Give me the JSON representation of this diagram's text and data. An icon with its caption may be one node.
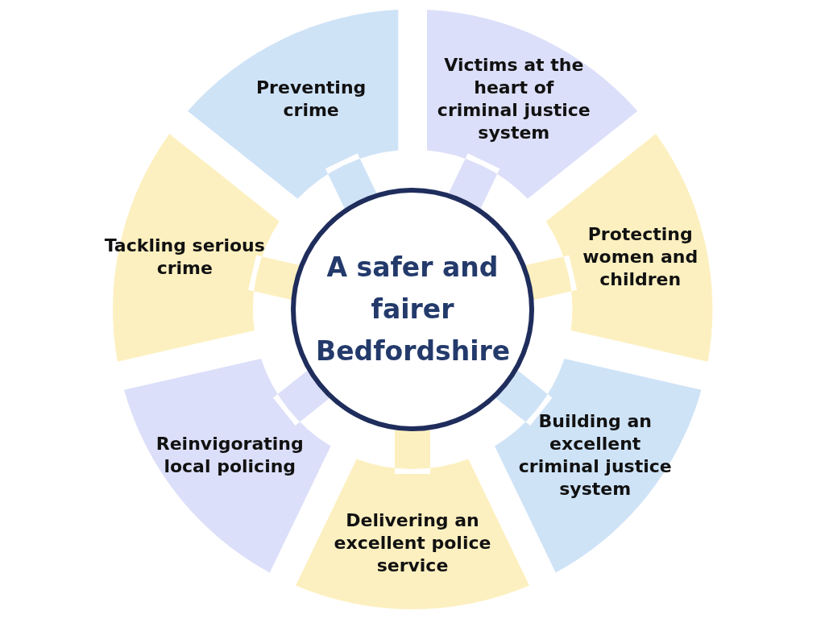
{
  "diagram": {
    "nodes": [
      {
        "text": [
          "A safer and fairer Bedfordshire"
        ]
      },
      {
        "text": [
          "Preventing crime"
        ]
      },
      {
        "text": [
          "Victims at the heart of criminal justice system"
        ]
      },
      {
        "text": [
          "Protecting women and children"
        ]
      },
      {
        "text": [
          "Building an excellent criminal justice system"
        ]
      },
      {
        "text": [
          "Delivering an excellent police service"
        ]
      },
      {
        "text": [
          "Reinvigorating local policing"
        ]
      },
      {
        "text": [
          "Tackling serious crime"
        ]
      }
    ]
  }
}
